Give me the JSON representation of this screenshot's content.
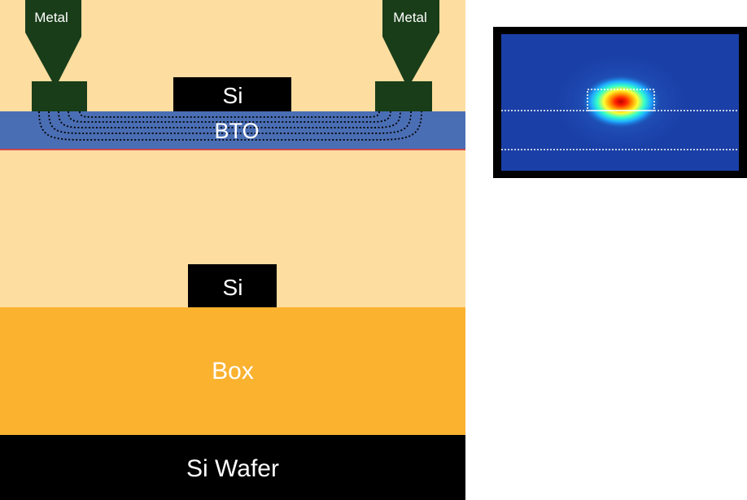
{
  "labels": {
    "metal_left": "Metal",
    "metal_right": "Metal",
    "si_top": "Si",
    "bto": "BTO",
    "si_bottom": "Si",
    "box": "Box",
    "si_wafer": "Si Wafer"
  },
  "colors": {
    "cladding": "#fddda0",
    "bto": "#4a6eb4",
    "interface_line": "#e03030",
    "box": "#fab22f",
    "wafer": "#000000",
    "metal": "#193d19",
    "silicon": "#000000",
    "field_lines": "#000000",
    "mode_frame": "#000000",
    "mode_background": "#1a3fa6",
    "guide_lines": "#ffffff",
    "label_light": "#ffffff",
    "label_dark": "#000000"
  },
  "icons": {
    "mode_profile": "optical-mode-heatmap"
  }
}
